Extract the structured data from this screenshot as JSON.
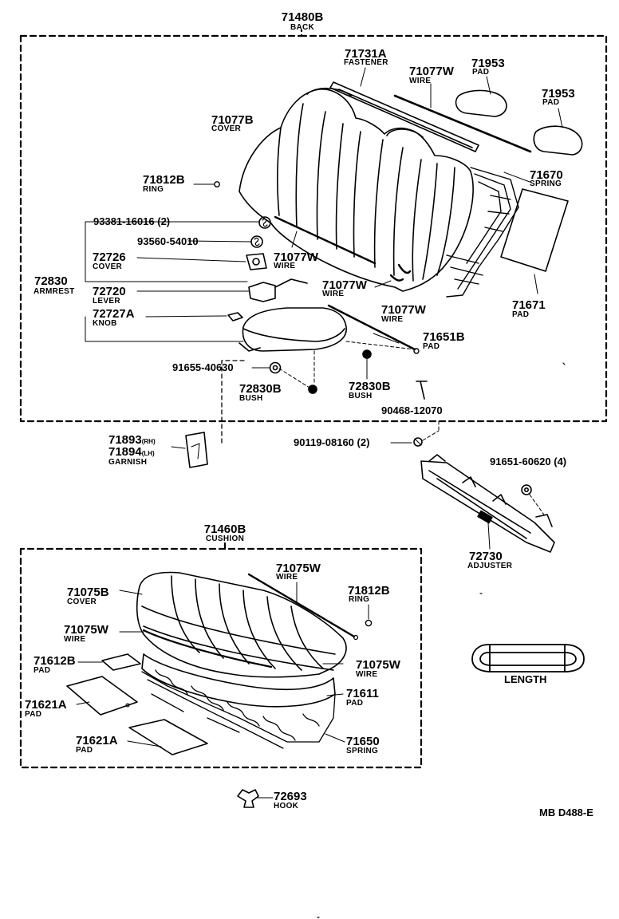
{
  "groups": {
    "back": {
      "part_no": "71480B",
      "name": "BACK"
    },
    "cushion": {
      "part_no": "71460B",
      "name": "CUSHION"
    }
  },
  "parts": {
    "fastener": {
      "part_no": "71731A",
      "name": "FASTENER"
    },
    "wire_71077w_top": {
      "part_no": "71077W",
      "name": "WIRE"
    },
    "pad_71953_a": {
      "part_no": "71953",
      "name": "PAD"
    },
    "pad_71953_b": {
      "part_no": "71953",
      "name": "PAD"
    },
    "cover_71077b": {
      "part_no": "71077B",
      "name": "COVER"
    },
    "spring_71670": {
      "part_no": "71670",
      "name": "SPRING"
    },
    "ring_71812b_back": {
      "part_no": "71812B",
      "name": "RING"
    },
    "screw_93381": {
      "part_no": "93381-16016 (2)"
    },
    "screw_93560": {
      "part_no": "93560-54010"
    },
    "cover_72726": {
      "part_no": "72726",
      "name": "COVER"
    },
    "wire_71077w_mid": {
      "part_no": "71077W",
      "name": "WIRE"
    },
    "armrest_72830": {
      "part_no": "72830",
      "name": "ARMREST"
    },
    "lever_72720": {
      "part_no": "72720",
      "name": "LEVER"
    },
    "wire_71077w_lower": {
      "part_no": "71077W",
      "name": "WIRE"
    },
    "wire_71077w_low2": {
      "part_no": "71077W",
      "name": "WIRE"
    },
    "pad_71671": {
      "part_no": "71671",
      "name": "PAD"
    },
    "knob_72727a": {
      "part_no": "72727A",
      "name": "KNOB"
    },
    "pad_71651b": {
      "part_no": "71651B",
      "name": "PAD"
    },
    "bolt_91655": {
      "part_no": "91655-40630"
    },
    "bush_72830b_a": {
      "part_no": "72830B",
      "name": "BUSH"
    },
    "bush_72830b_b": {
      "part_no": "72830B",
      "name": "BUSH"
    },
    "pin_90468": {
      "part_no": "90468-12070"
    },
    "garnish_71893": {
      "part_no": "71893",
      "suffix": "(RH)"
    },
    "garnish_71894": {
      "part_no": "71894",
      "suffix": "(LH)",
      "name": "GARNISH"
    },
    "nut_90119": {
      "part_no": "90119-08160 (2)"
    },
    "bolt_91651": {
      "part_no": "91651-60620 (4)"
    },
    "adjuster_72730": {
      "part_no": "72730",
      "name": "ADJUSTER"
    },
    "wire_71075w_top": {
      "part_no": "71075W",
      "name": "WIRE"
    },
    "cover_71075b": {
      "part_no": "71075B",
      "name": "COVER"
    },
    "ring_71812b_cushion": {
      "part_no": "71812B",
      "name": "RING"
    },
    "wire_71075w_left": {
      "part_no": "71075W",
      "name": "WIRE"
    },
    "pad_71612b": {
      "part_no": "71612B",
      "name": "PAD"
    },
    "wire_71075w_right": {
      "part_no": "71075W",
      "name": "WIRE"
    },
    "pad_71621a_a": {
      "part_no": "71621A",
      "name": "PAD"
    },
    "pad_71611": {
      "part_no": "71611",
      "name": "PAD"
    },
    "pad_71621a_b": {
      "part_no": "71621A",
      "name": "PAD"
    },
    "spring_71650": {
      "part_no": "71650",
      "name": "SPRING"
    },
    "hook_72693": {
      "part_no": "72693",
      "name": "HOOK"
    }
  },
  "legend": {
    "length_label": "LENGTH"
  },
  "figure_ref": "MB D488-E"
}
